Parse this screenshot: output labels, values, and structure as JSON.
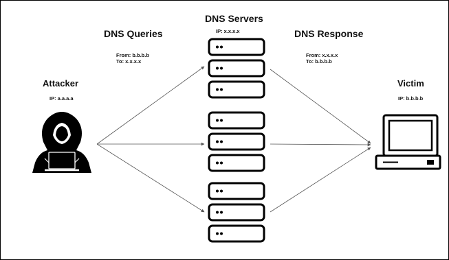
{
  "attacker": {
    "title": "Attacker",
    "ip": "IP: a.a.a.a",
    "icon": "hooded-hacker-icon"
  },
  "victim": {
    "title": "Victim",
    "ip": "IP: b.b.b.b",
    "icon": "computer-icon"
  },
  "servers": {
    "title": "DNS Servers",
    "ip": "IP: x.x.x.x",
    "icon": "server-stack-icon"
  },
  "queries": {
    "title": "DNS Queries",
    "from": "From: b.b.b.b",
    "to": "To: x.x.x.x"
  },
  "response": {
    "title": "DNS Response",
    "from": "From: x.x.x.x",
    "to": "To: b.b.b.b"
  },
  "colors": {
    "line": "#555555",
    "icon": "#000000",
    "background": "#ffffff"
  }
}
